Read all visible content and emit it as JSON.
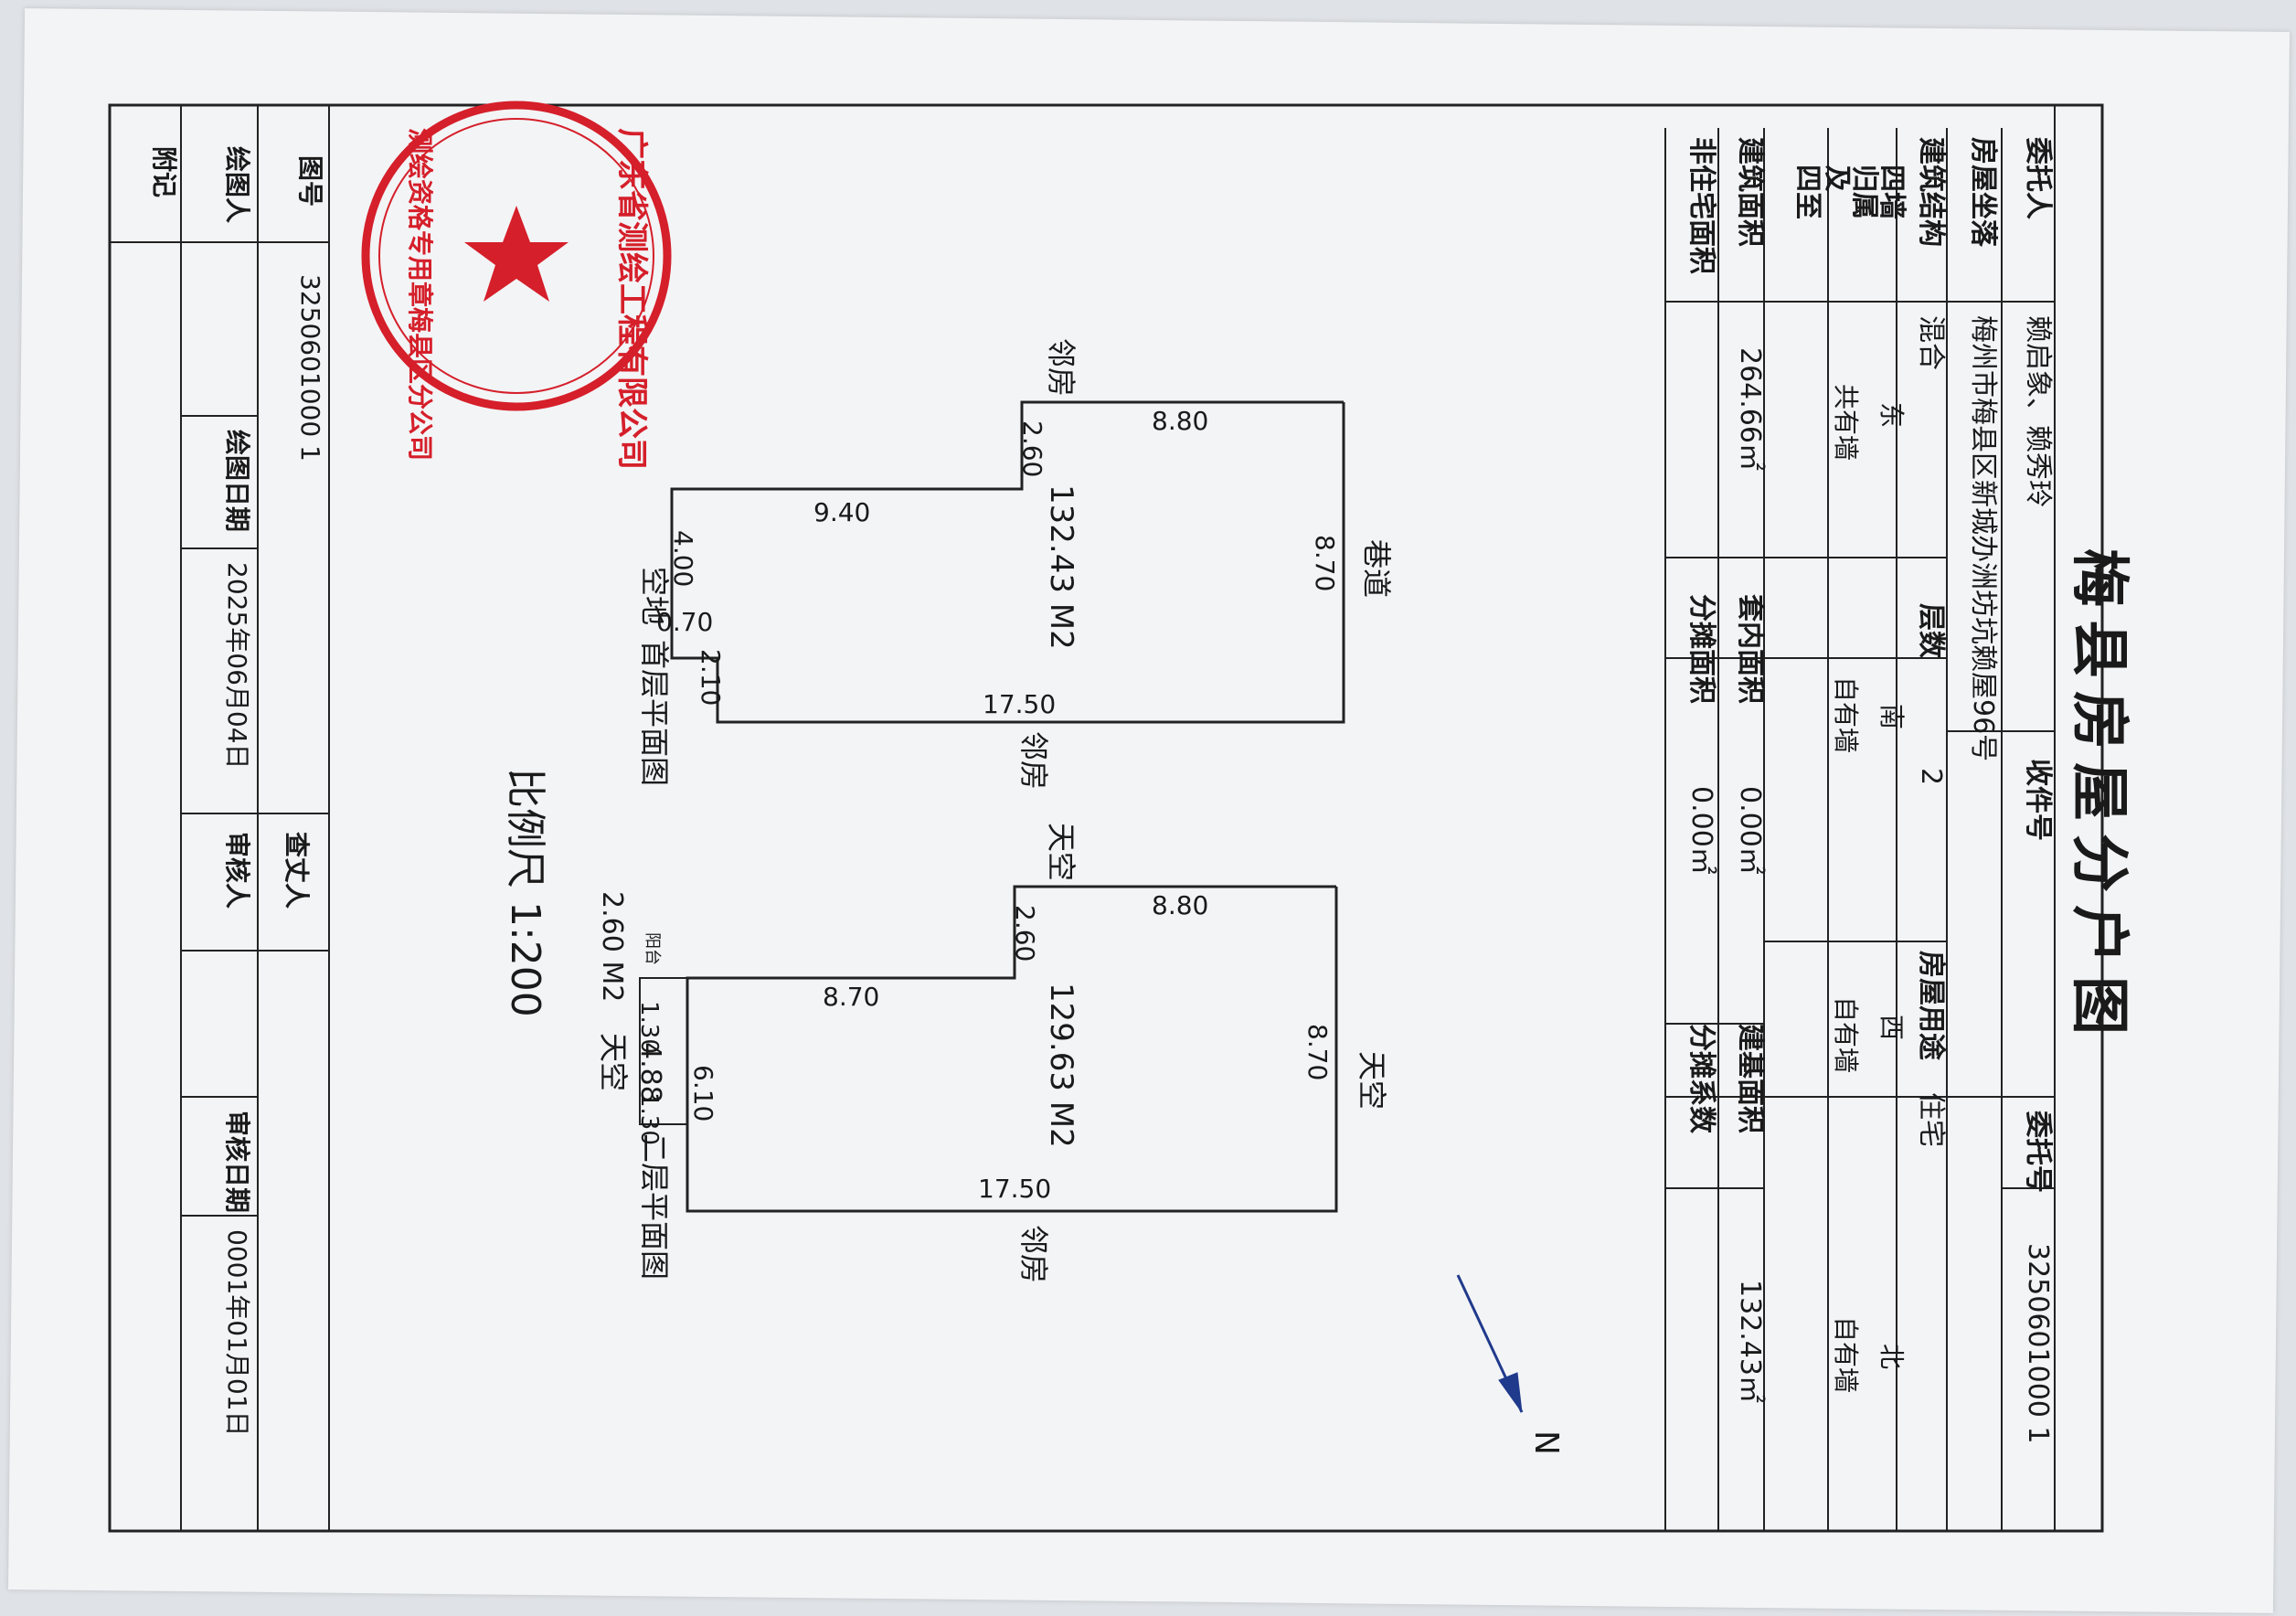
{
  "document": {
    "title": "梅县房屋分户图",
    "labels": {
      "entrusting_party": "委托人",
      "location": "房屋坐落",
      "structure": "建筑结构",
      "boundaries_1": "四墙",
      "boundaries_2": "归属",
      "boundaries_3": "及",
      "boundaries_4": "四至",
      "building_area": "建筑面积",
      "non_residential_area": "非住宅面积",
      "receipt_no": "收件号",
      "floors": "层数",
      "suite_area": "套内面积",
      "shared_area": "分摊面积",
      "usage": "房屋用途",
      "base_area": "建基面积",
      "shared_coefficient": "分摊系数",
      "entrust_no": "委托号",
      "drawing_no": "图号",
      "drawer": "绘图人",
      "notes": "附记",
      "draw_date": "绘图日期",
      "surveyor": "查丈人",
      "reviewer": "审核人",
      "review_date": "审核日期"
    },
    "values": {
      "entrusting_party": "赖启象、赖秀玲",
      "location": "梅州市梅县区新城办洲坊坑赖屋96号",
      "structure": "混合",
      "building_area": "264.66㎡",
      "floors": "2",
      "suite_area": "0.00㎡",
      "shared_area": "0.00㎡",
      "usage": "住宅",
      "base_area": "132.43㎡",
      "entrust_no": "3250601000 1",
      "drawing_no": "3250601000 1",
      "draw_date": "2025年06月04日",
      "review_date": "0001年01月01日"
    },
    "walls": {
      "east": "东",
      "east_v": "共有墙",
      "south": "南",
      "south_v": "自有墙",
      "west": "西",
      "west_v": "自有墙",
      "north": "北",
      "north_v": "自有墙"
    },
    "seal": {
      "outer_text": "广东省测绘工程有限公司",
      "inner_text": "测绘资格专用章梅县区分公司"
    },
    "plan1": {
      "name": "首层平面图",
      "area": "132.43 M2",
      "dims": [
        "8.80",
        "2.60",
        "9.40",
        "4.00",
        "0.70",
        "2.10",
        "17.50",
        "8.70"
      ],
      "surroundings": {
        "top_left": "邻房",
        "right": "巷道",
        "bottom": "邻房",
        "left": "空地"
      }
    },
    "plan2": {
      "name": "二层平面图",
      "area": "129.63 M2",
      "dims": [
        "8.80",
        "2.60",
        "8.70",
        "6.10",
        "17.50",
        "8.70",
        "1.30",
        "4.88",
        "1.30"
      ],
      "balcony": "阳台",
      "balcony_area": "2.60 M2",
      "surroundings": {
        "top": "天空",
        "right": "天空",
        "bottom": "邻房",
        "left": "天空"
      }
    },
    "scale": "比例尺 1:200",
    "north_label": "N"
  }
}
